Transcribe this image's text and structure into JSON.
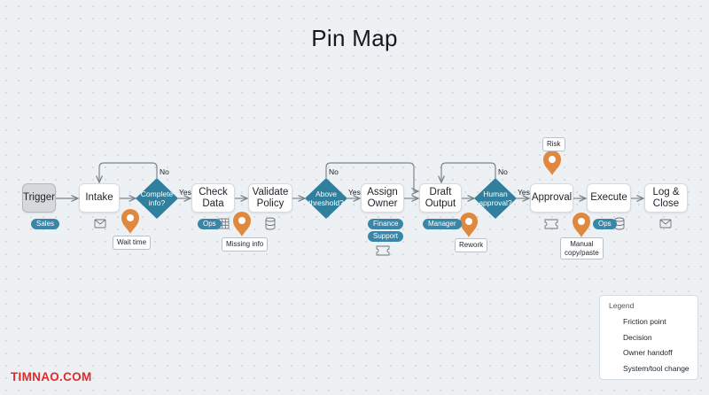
{
  "title": "Pin Map",
  "nodes": {
    "trigger": "Trigger",
    "intake": "Intake",
    "complete_info": "Complete\ninfo?",
    "check_data": "Check\nData",
    "validate_policy": "Validate\nPolicy",
    "above_threshold": "Above\nthreshold?",
    "assign_owner": "Assign\nOwner",
    "draft_output": "Draft\nOutput",
    "human_approval": "Human\napproval?",
    "approval": "Approval",
    "execute": "Execute",
    "log_close": "Log &\nClose"
  },
  "branches": {
    "yes": "Yes",
    "no": "No"
  },
  "owners": {
    "sales": "Sales",
    "ops_1": "Ops",
    "finance": "Finance",
    "support": "Support",
    "manager": "Manager",
    "ops_2": "Ops"
  },
  "friction": {
    "wait_time": "Wait time",
    "missing_info": "Missing info",
    "rework": "Rework",
    "risk": "Risk",
    "manual_copy": "Manual\ncopy/paste"
  },
  "legend": {
    "title": "Legend",
    "friction_point": "Friction point",
    "decision": "Decision",
    "owner_handoff": "Owner handoff",
    "system_change": "System/tool change"
  },
  "icons": {
    "intake": "envelope-icon",
    "check_data": "table-icon",
    "validate_policy": "database-icon",
    "assign_owner": "ticket-icon",
    "approval": "ticket-icon",
    "execute": "database-icon",
    "log_close": "envelope-icon"
  },
  "colors": {
    "decision": "#2f7f9d",
    "owner_pill": "#3a86a8",
    "friction_pin": "#e0893e",
    "connector": "#7d858d",
    "brand": "#e12b2b"
  },
  "brand": "TIMNAO.COM"
}
